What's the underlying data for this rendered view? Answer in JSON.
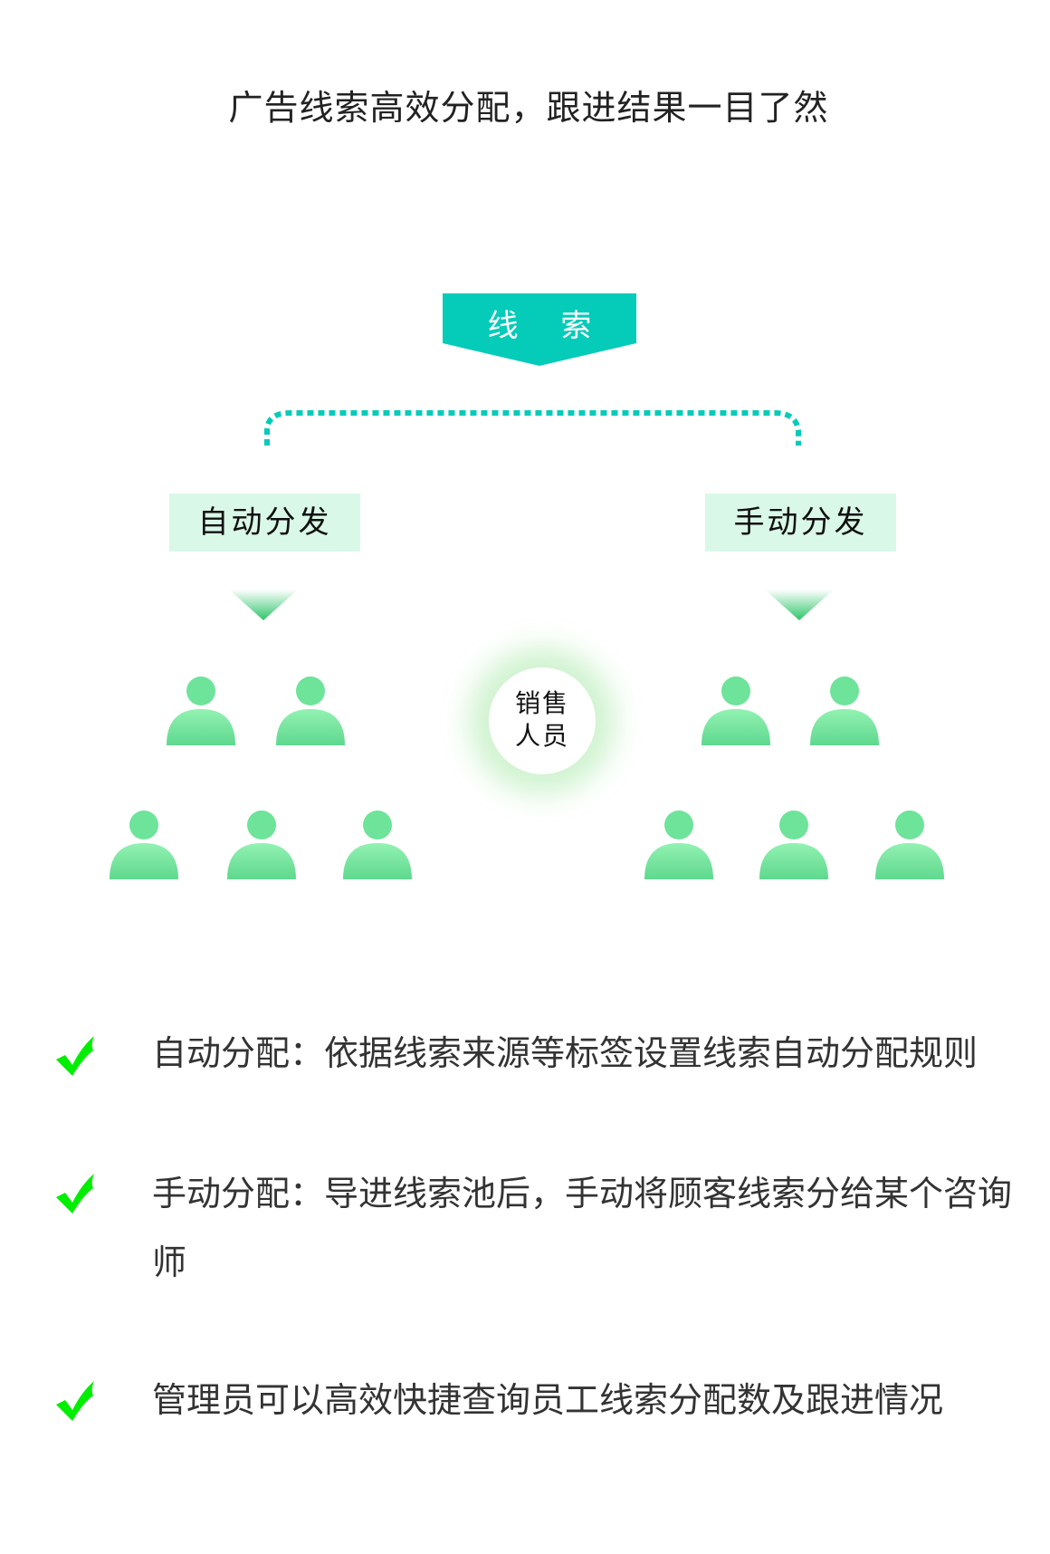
{
  "title": "广告线索高效分配，跟进结果一目了然",
  "diagram": {
    "root": "线 索",
    "left_box": "自动分发",
    "right_box": "手动分发",
    "center_line1": "销售",
    "center_line2": "人员"
  },
  "colors": {
    "teal": "#05cbb9",
    "box": "#d9f8e8",
    "check": "#00ee00",
    "person": "#7ae6a0"
  },
  "features": [
    {
      "icon": "check-icon",
      "text": "自动分配：依据线索来源等标签设置线索自动分配规则"
    },
    {
      "icon": "check-icon",
      "text": "手动分配：导进线索池后，手动将顾客线索分给某个咨询师"
    },
    {
      "icon": "check-icon",
      "text": "管理员可以高效快捷查询员工线索分配数及跟进情况"
    }
  ]
}
